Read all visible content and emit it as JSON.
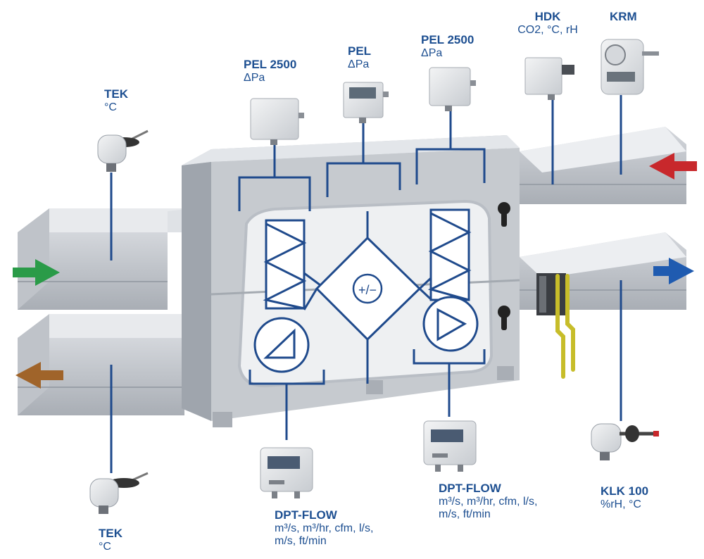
{
  "labels": {
    "tek_top": {
      "name": "TEK",
      "unit": "°C"
    },
    "tek_bottom": {
      "name": "TEK",
      "unit": "°C"
    },
    "pel2500_left": {
      "name": "PEL 2500",
      "unit": "ΔPa"
    },
    "pel_center": {
      "name": "PEL",
      "unit": "ΔPa"
    },
    "pel2500_right": {
      "name": "PEL 2500",
      "unit": "ΔPa"
    },
    "hdk": {
      "name": "HDK",
      "unit": "CO2, °C, rH"
    },
    "krm": {
      "name": "KRM",
      "unit": ""
    },
    "dpt_flow_left": {
      "name": "DPT-FLOW",
      "unit_line1": "m³/s, m³/hr, cfm, l/s,",
      "unit_line2": "m/s, ft/min"
    },
    "dpt_flow_right": {
      "name": "DPT-FLOW",
      "unit_line1": "m³/s, m³/hr, cfm, l/s,",
      "unit_line2": "m/s, ft/min"
    },
    "klk100": {
      "name": "KLK 100",
      "unit": "%rH, °C"
    }
  },
  "heat_exchanger_symbol": "+/−",
  "colors": {
    "label_blue": "#1d4f91",
    "line_blue": "#1f4a8c",
    "duct_light": "#e9ebee",
    "duct_mid": "#c9cdd3",
    "duct_dark": "#9aa0a8",
    "arrow_green": "#2a9b48",
    "arrow_brown": "#a0642a",
    "arrow_red": "#c8282c",
    "arrow_blue": "#1f5bb0",
    "pipe_yellow": "#c7bd2a"
  }
}
